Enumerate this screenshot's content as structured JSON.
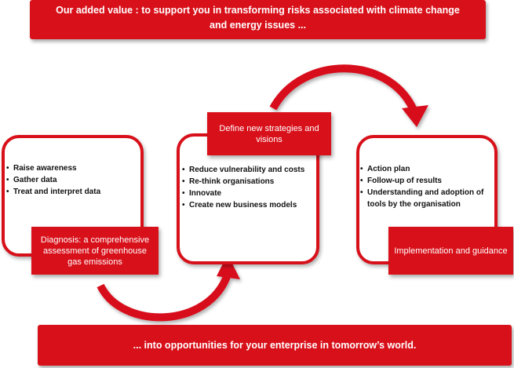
{
  "header": {
    "line1": "Our added value :  to support you in transforming risks associated with climate change",
    "line2": "and energy issues ..."
  },
  "steps": [
    {
      "label": "Diagnosis: a comprehensive assessment of greenhouse gas emissions",
      "bullets": [
        "Raise awareness",
        "Gather data",
        "Treat and interpret data"
      ]
    },
    {
      "label": "Define new strategies and visions",
      "bullets": [
        "Reduce vulnerability and costs",
        "Re-think organisations",
        "Innovate",
        "Create new business models"
      ]
    },
    {
      "label": "Implementation and guidance",
      "bullets": [
        "Action plan",
        "Follow-up of results",
        "Understanding and adoption of tools by the organisation"
      ]
    }
  ],
  "footer": {
    "text": "... into opportunities for your enterprise in tomorrow’s world."
  },
  "colors": {
    "accent": "#d8101a",
    "text_on_accent": "#ffffff",
    "bullet_text": "#111111"
  }
}
